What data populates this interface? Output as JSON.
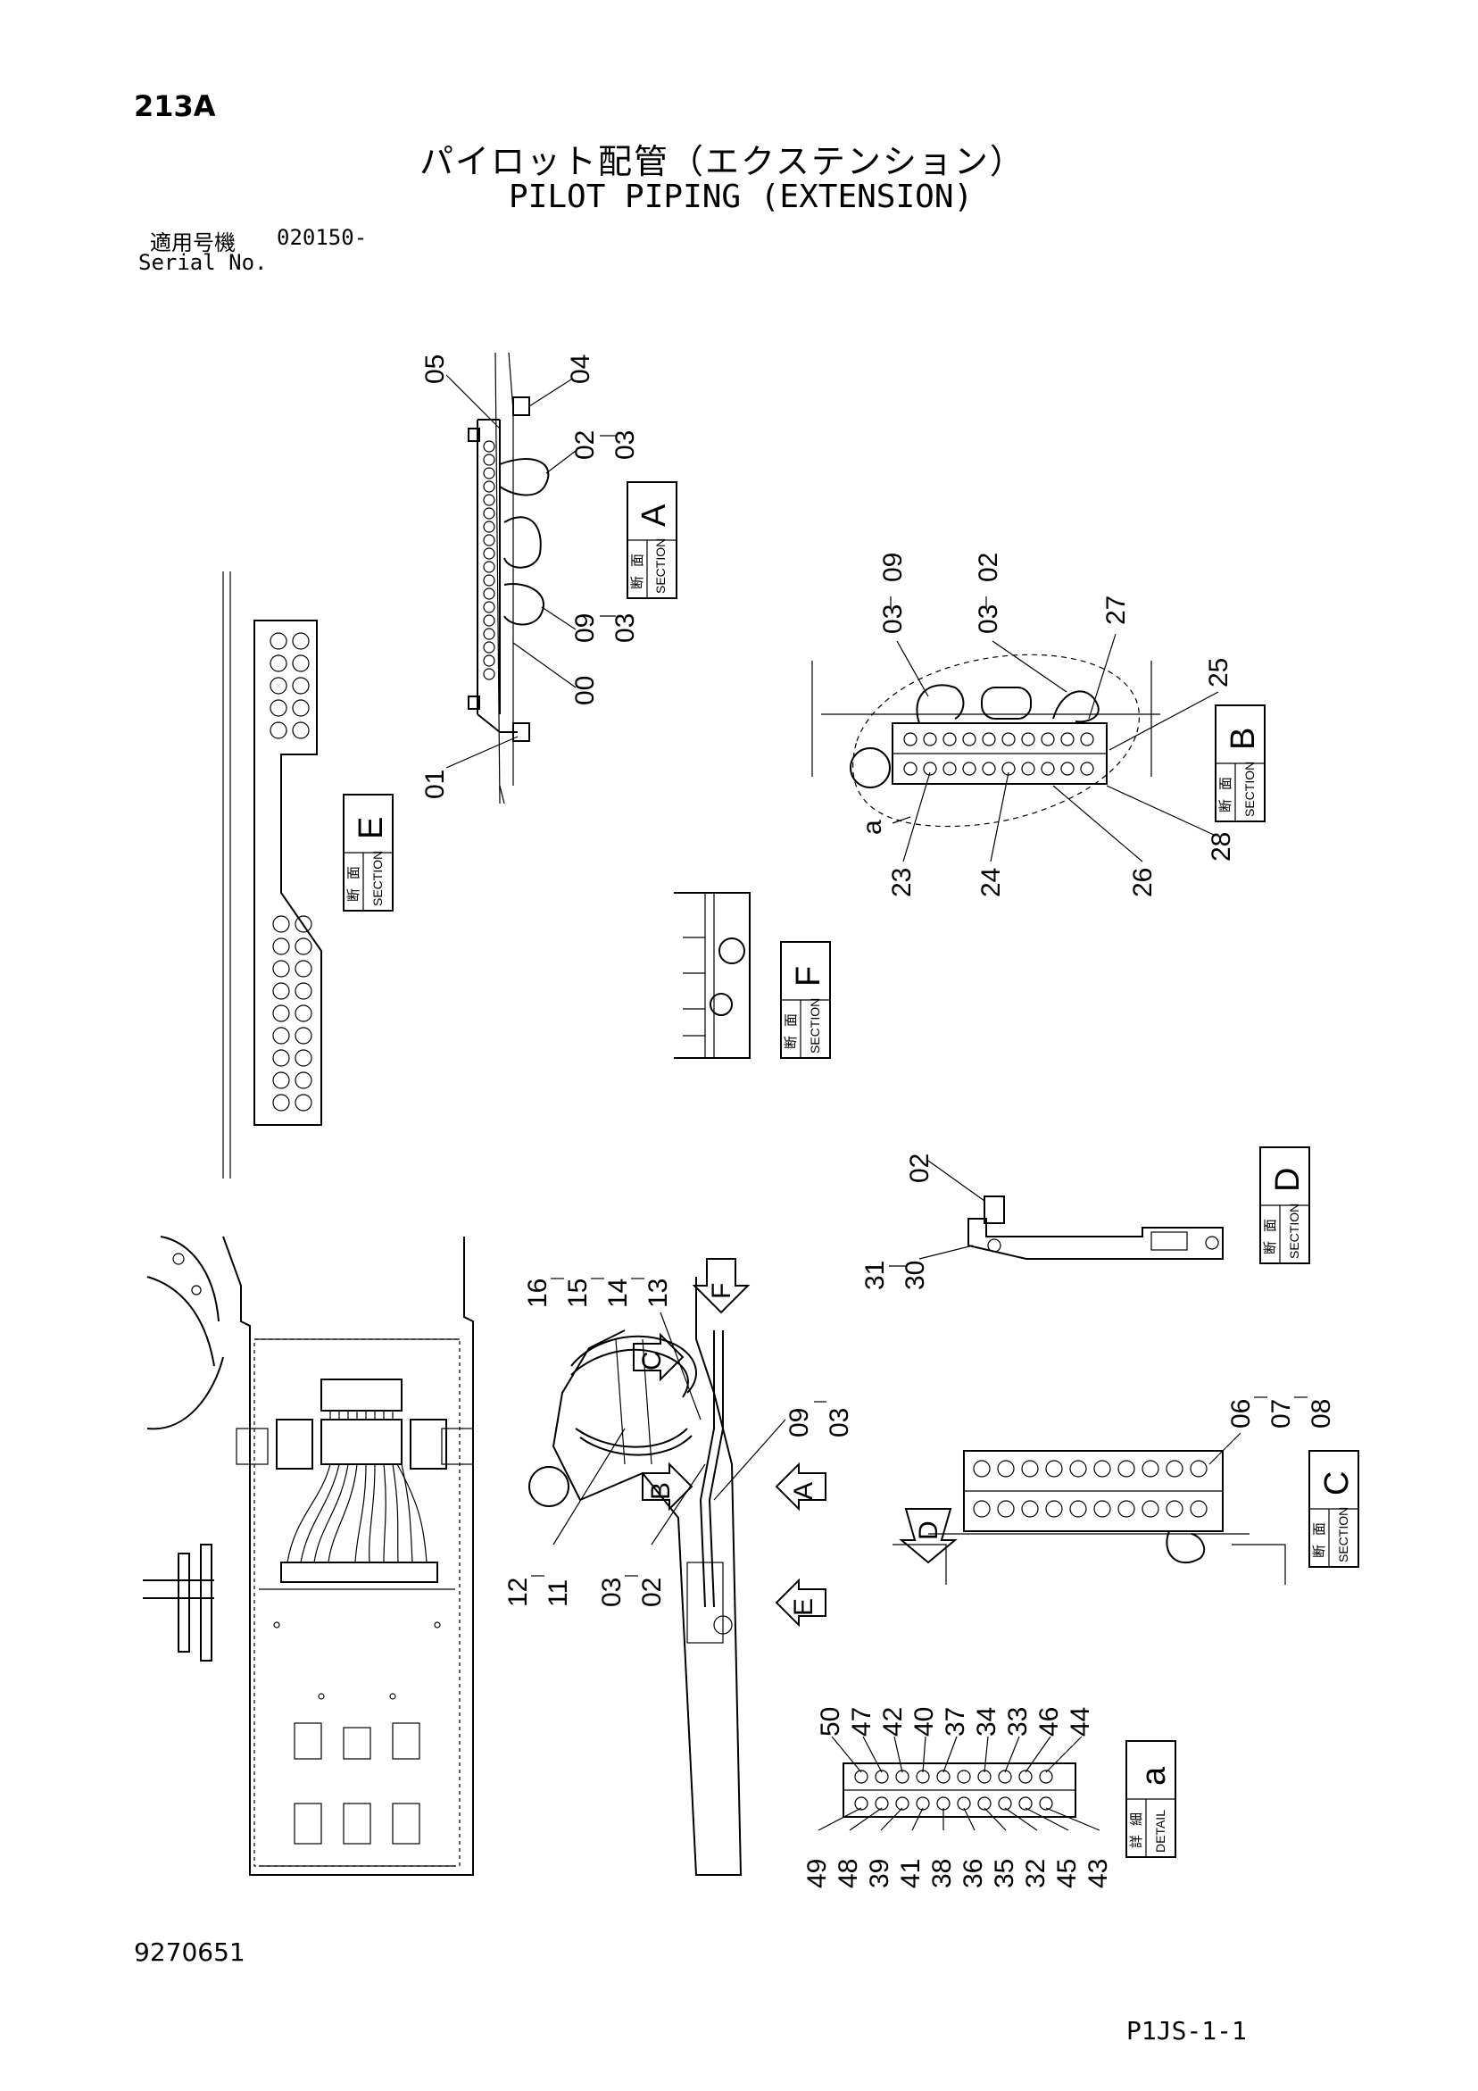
{
  "header": {
    "page_number": "213A",
    "title_jp": "パイロット配管（エクステンション）",
    "title_en": "PILOT PIPING (EXTENSION)",
    "serial_label_jp": "適用号機",
    "serial_value": "020150-",
    "serial_label_en": "Serial No."
  },
  "footer": {
    "document_number": "9270651",
    "page_code": "P1JS-1-1"
  },
  "section_label": {
    "jp_1": "断",
    "jp_2": "面",
    "en": "SECTION"
  },
  "detail_label": {
    "jp_1": "詳",
    "jp_2": "細",
    "en": "DETAIL"
  },
  "sections": {
    "A": {
      "letter": "A",
      "callouts": [
        "05",
        "04",
        "02",
        "03",
        "09",
        "03",
        "00",
        "01"
      ]
    },
    "B": {
      "letter": "B",
      "callouts": [
        "03",
        "09",
        "03",
        "02",
        "27",
        "25",
        "28",
        "26",
        "24",
        "23",
        "a"
      ]
    },
    "C": {
      "letter": "C",
      "callouts": [
        "06",
        "07",
        "08"
      ]
    },
    "D": {
      "letter": "D",
      "callouts": [
        "02",
        "31",
        "30"
      ]
    },
    "E": {
      "letter": "E"
    },
    "F": {
      "letter": "F"
    }
  },
  "main_view": {
    "callouts_top": [
      "16",
      "15",
      "14",
      "13"
    ],
    "callouts_right": [
      "09",
      "03"
    ],
    "callouts_bottom": [
      "12",
      "11",
      "03",
      "02"
    ],
    "arrows": [
      "F",
      "C",
      "B",
      "A",
      "E",
      "D"
    ]
  },
  "detail_a": {
    "letter": "a",
    "top_numbers": [
      "50",
      "47",
      "42",
      "40",
      "37",
      "34",
      "33",
      "46",
      "44"
    ],
    "bottom_numbers": [
      "49",
      "48",
      "39",
      "41",
      "38",
      "36",
      "35",
      "32",
      "45",
      "43"
    ]
  }
}
